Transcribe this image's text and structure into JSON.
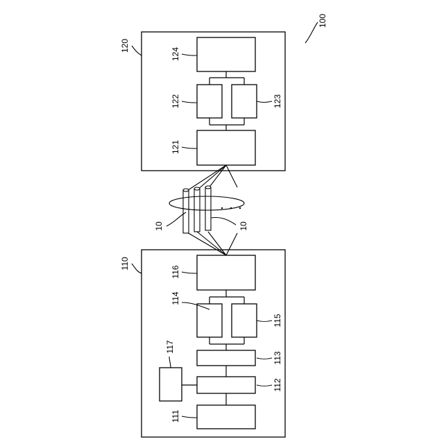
{
  "diagram": {
    "system_ref": "100",
    "device_bottom": {
      "ref": "110",
      "blocks": [
        {
          "key": "b116",
          "ref": "116"
        },
        {
          "key": "b114",
          "ref": "114"
        },
        {
          "key": "b115",
          "ref": "115"
        },
        {
          "key": "b113",
          "ref": "113"
        },
        {
          "key": "b112",
          "ref": "112"
        },
        {
          "key": "b111",
          "ref": "111"
        },
        {
          "key": "b117",
          "ref": "117"
        }
      ]
    },
    "device_top": {
      "ref": "120",
      "blocks": [
        {
          "key": "b124",
          "ref": "124"
        },
        {
          "key": "b122",
          "ref": "122"
        },
        {
          "key": "b123",
          "ref": "123"
        },
        {
          "key": "b121",
          "ref": "121"
        }
      ]
    },
    "fiber_ref_left": "10",
    "fiber_ref_right": "10",
    "ellipsis": "..."
  }
}
